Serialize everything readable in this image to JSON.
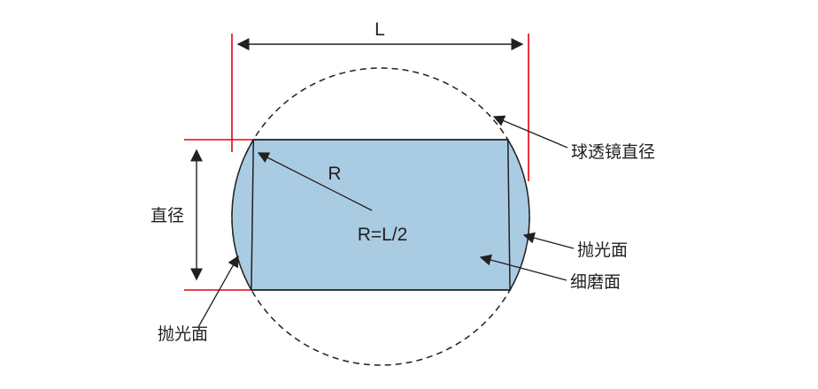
{
  "diagram": {
    "title": "drum-lens-geometry-diagram",
    "labels": {
      "length": "L",
      "diameter": "直径",
      "radius": "R",
      "radius_formula": "R=L/2",
      "ball_lens_diameter": "球透镜直径",
      "polished_surface_right": "抛光面",
      "fine_ground_surface": "细磨面",
      "polished_surface_left": "抛光面"
    },
    "colors": {
      "lens_fill": "#a9cce3",
      "dimension_red": "#e60012",
      "line": "#231f20",
      "background": "#ffffff"
    }
  }
}
